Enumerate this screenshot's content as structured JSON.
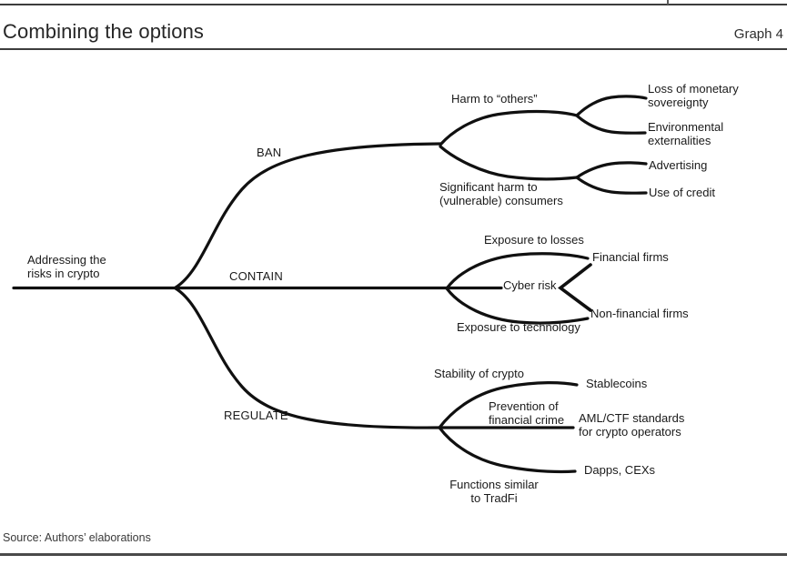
{
  "header": {
    "title": "Combining the options",
    "graph_label": "Graph 4"
  },
  "diagram": {
    "root": "Addressing the\nrisks in crypto",
    "branches": {
      "ban": {
        "label": "BAN",
        "groups": [
          {
            "label": "Harm to “others”",
            "leaves": [
              "Loss of monetary\nsovereignty",
              "Environmental\nexternalities"
            ]
          },
          {
            "label": "Significant harm to\n(vulnerable) consumers",
            "leaves": [
              "Advertising",
              "Use of credit"
            ]
          }
        ]
      },
      "contain": {
        "label": "CONTAIN",
        "items": [
          {
            "label": "Exposure to losses"
          },
          {
            "label": "Cyber risk"
          },
          {
            "label": "Exposure to technology"
          }
        ],
        "leaves": [
          "Financial firms",
          "Non-financial firms"
        ]
      },
      "regulate": {
        "label": "REGULATE",
        "groups": [
          {
            "label": "Stability of crypto",
            "leaf": "Stablecoins"
          },
          {
            "label": "Prevention of\nfinancial crime",
            "leaf": "AML/CTF standards\nfor crypto operators"
          },
          {
            "label": "Functions similar\nto TradFi",
            "leaf": "Dapps, CEXs"
          }
        ]
      }
    }
  },
  "footer": {
    "source": "Source: Authors’ elaborations"
  },
  "colors": {
    "line": "#101010",
    "rule": "#3d3d3d",
    "text": "#1a1a1a"
  }
}
